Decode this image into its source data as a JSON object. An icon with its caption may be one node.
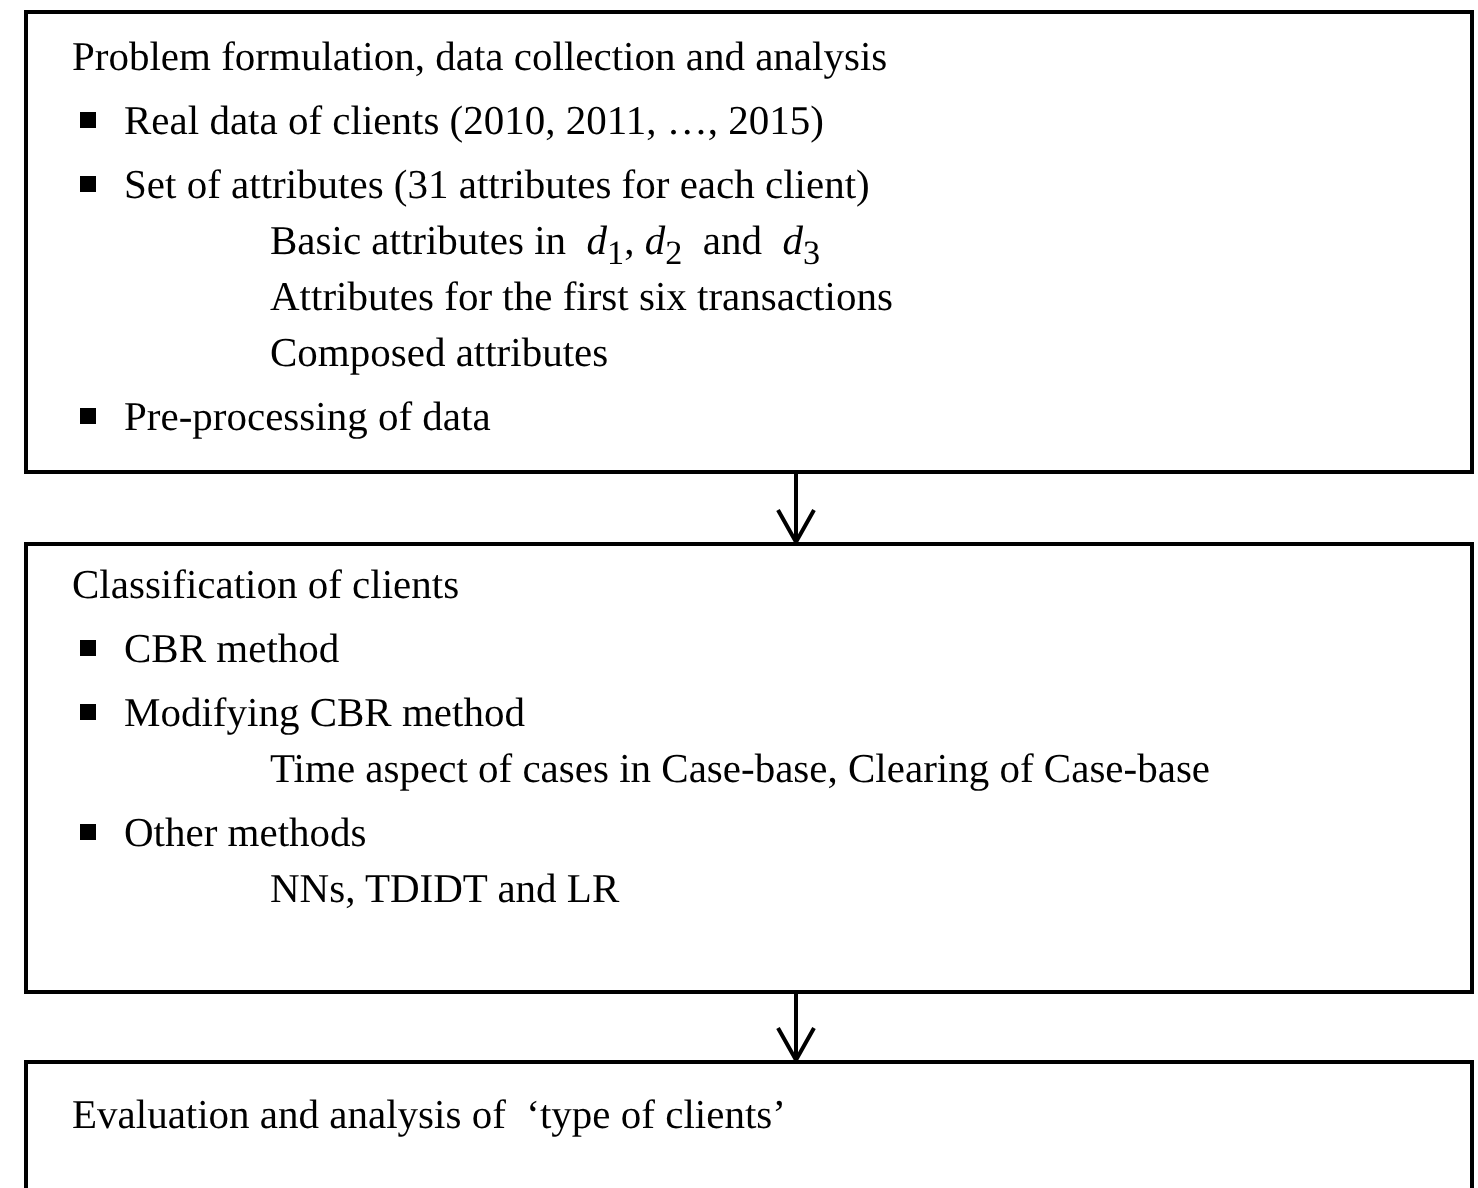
{
  "diagram": {
    "nodes": [
      {
        "text": [
          "Problem formulation, data collection and analysis",
          "Real data of clients (2010, 2011, …, 2015)",
          "Set of attributes (31 attributes for each client)",
          "Basic attributes in  *d*$_{1}$, *d*$_{2}$  and  *d*$_{3}$",
          "Attributes for the first six transactions",
          "Composed attributes",
          "Pre-processing of data"
        ]
      },
      {
        "text": [
          "Classification of clients",
          "CBR method",
          "Modifying CBR method",
          "Time aspect of cases in Case-base, Clearing of Case-base",
          "Other methods",
          "NNs, TDIDT and LR"
        ]
      },
      {
        "text": [
          "Evaluation and analysis of  ‘type of clients’"
        ]
      }
    ],
    "edges": [
      {
        "from": 0,
        "to": 1,
        "arrow": "to"
      },
      {
        "from": 1,
        "to": 2,
        "arrow": "to"
      }
    ]
  }
}
